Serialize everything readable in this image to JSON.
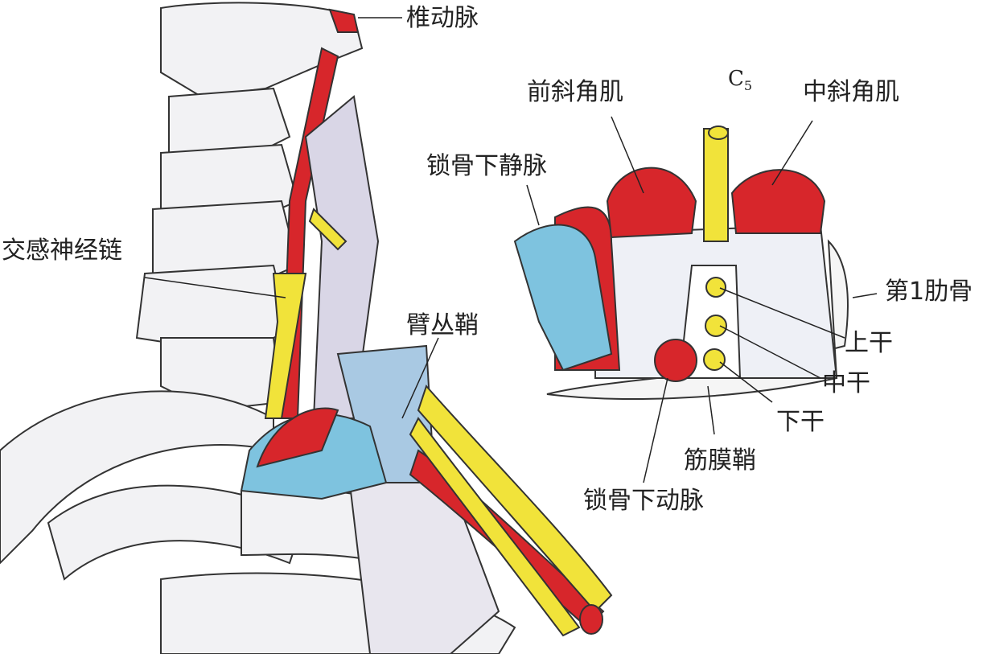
{
  "labels": {
    "vertebral_artery": "椎动脉",
    "anterior_scalene": "前斜角肌",
    "c5": "C",
    "c5_sub": "5",
    "middle_scalene": "中斜角肌",
    "subclavian_vein": "锁骨下静脉",
    "sympathetic_chain": "交感神经链",
    "first_rib": "第1肋骨",
    "brachial_plexus_sheath": "臂丛鞘",
    "upper_trunk": "上干",
    "middle_trunk": "中干",
    "lower_trunk": "下干",
    "fascial_sheath": "筋膜鞘",
    "subclavian_artery": "锁骨下动脉"
  },
  "colors": {
    "artery": "#d7262b",
    "vein": "#7ec3df",
    "nerve": "#f1e33a",
    "bone": "#f2f2f4",
    "outline": "#333333"
  }
}
